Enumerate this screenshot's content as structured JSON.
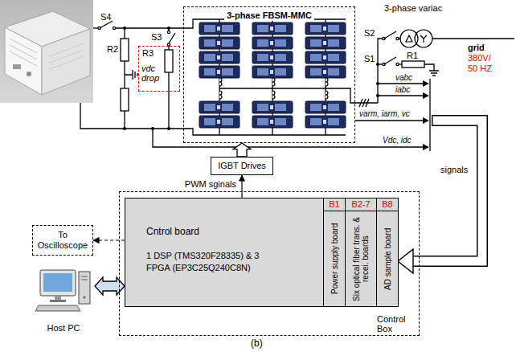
{
  "diagram": {
    "nodes": [
      {
        "text": [
          "3-phase FBSM-MMC"
        ]
      },
      {
        "text": [
          "vdc drop"
        ]
      },
      {
        "text": [
          "IGBT Drives"
        ]
      },
      {
        "text": [
          "Control Box"
        ]
      },
      {
        "text": [
          "Cntrol board",
          "1 DSP (TMS320F28335) & 3 FPGA (EP3C25Q240C8N)"
        ],
        "in": 3
      },
      {
        "text": [
          "B1",
          "Power supply board"
        ],
        "in": 4
      },
      {
        "text": [
          "B2-7",
          "Six optical fiber trans. & recei. boards"
        ],
        "in": 4
      },
      {
        "text": [
          "B8",
          "AD sample board"
        ],
        "in": 4
      },
      {
        "text": [
          "To Oscilloscope"
        ]
      },
      {
        "text": [
          "Host PC"
        ]
      }
    ],
    "edges": [
      {
        "from": 2,
        "to": 0,
        "arrow": "to"
      },
      {
        "from": 4,
        "to": 2,
        "label": "PWM sginals",
        "arrow": "to"
      },
      {
        "from": 4,
        "to": 8,
        "arrow": "to"
      },
      {
        "from": 9,
        "to": 4,
        "arrow": "both"
      }
    ],
    "labels": [
      "S4",
      "R2",
      "S3",
      "R3",
      "3-phase variac",
      "S2",
      "S1",
      "R1",
      "grid",
      "380V/",
      "50 HZ",
      "vabc",
      "iabc",
      "varm, iarm, vc",
      "Vdc, idc",
      "signals",
      "(b)"
    ]
  }
}
